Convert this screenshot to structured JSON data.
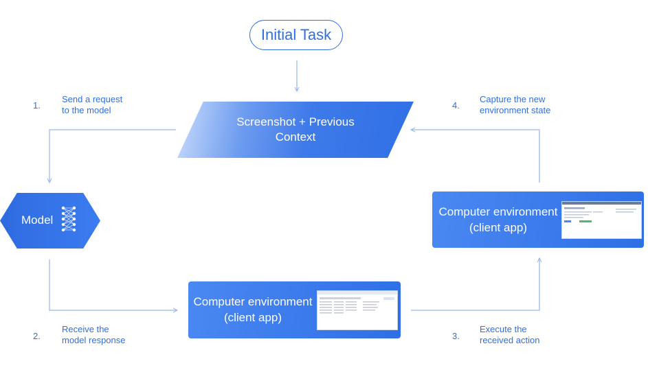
{
  "initial_task": "Initial Task",
  "context_box": "Screenshot + Previous\nContext",
  "model": {
    "label": "Model",
    "icon": "neural-network-icon"
  },
  "env_bottom": {
    "label": "Computer environment\n(client app)"
  },
  "env_right": {
    "label": "Computer environment\n(client app)"
  },
  "steps": [
    {
      "num": "1.",
      "text": "Send a request\nto the model"
    },
    {
      "num": "2.",
      "text": "Receive the\nmodel response"
    },
    {
      "num": "3.",
      "text": "Execute the\nreceived action"
    },
    {
      "num": "4.",
      "text": "Capture the new\nenvironment state"
    }
  ],
  "colors": {
    "accent": "#2f6fe0",
    "line": "#9bb8ee"
  }
}
